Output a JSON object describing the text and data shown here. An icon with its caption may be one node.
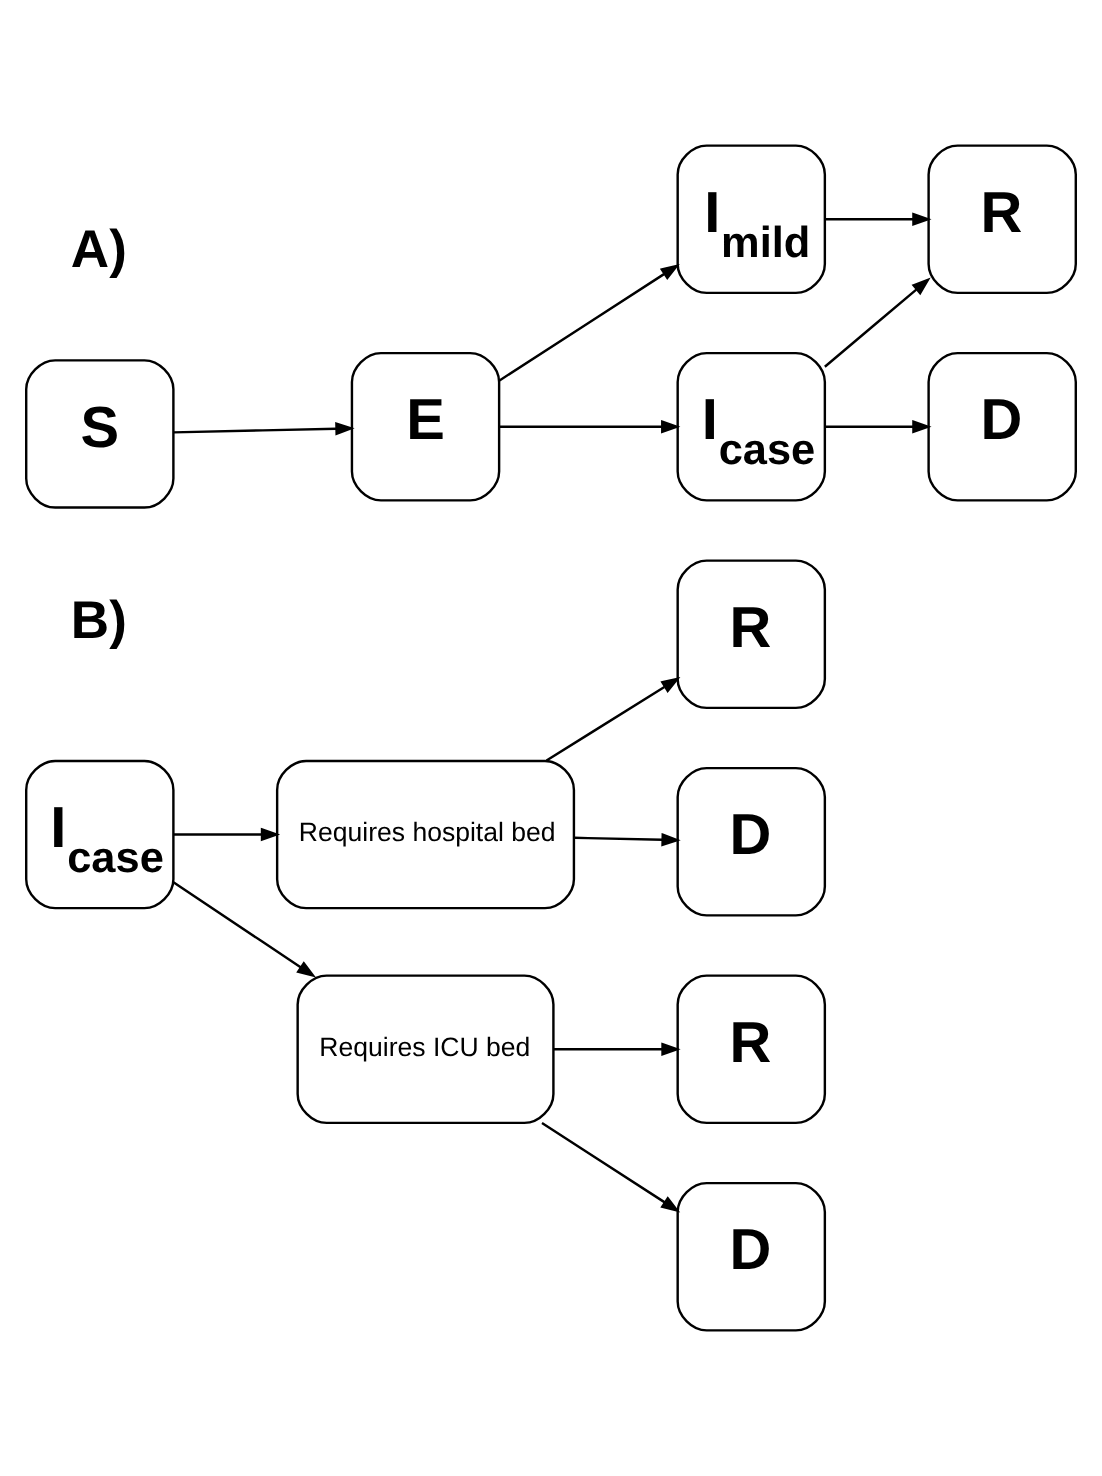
{
  "diagram": {
    "nodes": [
      {
        "text": [
          "S"
        ]
      },
      {
        "text": [
          "E"
        ]
      },
      {
        "text": [
          "I$_{mild}$"
        ]
      },
      {
        "text": [
          "R"
        ]
      },
      {
        "text": [
          "I$_{case}$"
        ]
      },
      {
        "text": [
          "D"
        ]
      },
      {
        "text": [
          "I$_{case}$"
        ]
      },
      {
        "text": [
          "Requires hospital bed"
        ]
      },
      {
        "text": [
          "Requires ICU bed"
        ]
      },
      {
        "text": [
          "R"
        ]
      },
      {
        "text": [
          "D"
        ]
      },
      {
        "text": [
          "R"
        ]
      },
      {
        "text": [
          "D"
        ]
      }
    ],
    "edges": [
      {
        "from": 0,
        "to": 1,
        "arrow": "to"
      },
      {
        "from": 1,
        "to": 2,
        "arrow": "to"
      },
      {
        "from": 1,
        "to": 4,
        "arrow": "to"
      },
      {
        "from": 2,
        "to": 3,
        "arrow": "to"
      },
      {
        "from": 4,
        "to": 3,
        "arrow": "to"
      },
      {
        "from": 4,
        "to": 5,
        "arrow": "to"
      },
      {
        "from": 6,
        "to": 7,
        "arrow": "to"
      },
      {
        "from": 6,
        "to": 8,
        "arrow": "to"
      },
      {
        "from": 7,
        "to": 9,
        "arrow": "to"
      },
      {
        "from": 7,
        "to": 10,
        "arrow": "to"
      },
      {
        "from": 8,
        "to": 11,
        "arrow": "to"
      },
      {
        "from": 8,
        "to": 12,
        "arrow": "to"
      }
    ],
    "labels": [
      "A)",
      "B)"
    ]
  }
}
